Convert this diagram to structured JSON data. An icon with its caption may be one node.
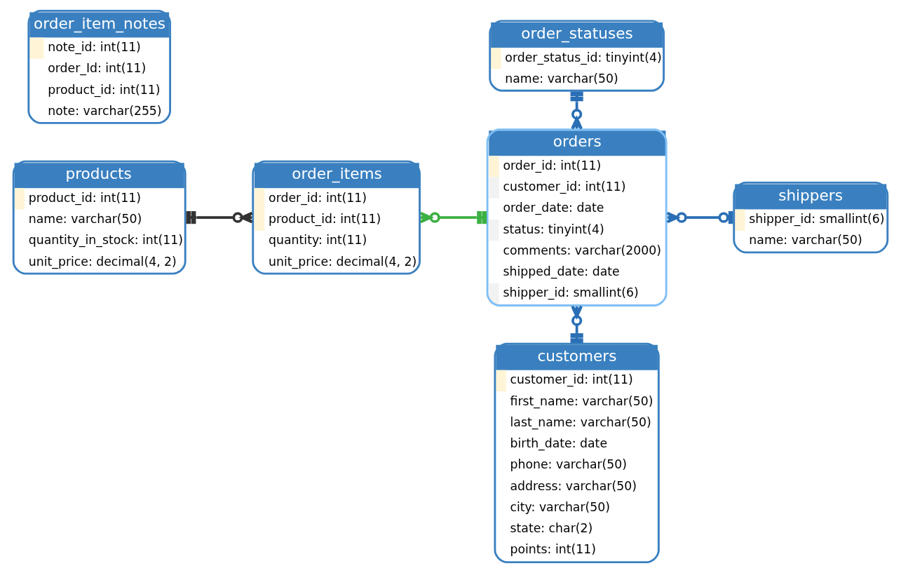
{
  "diagram": {
    "nodes": [
      {
        "text": [
          "order_statuses",
          "order_status_id: tinyint(4)",
          "name: varchar(50)"
        ]
      },
      {
        "text": [
          "products",
          "product_id: int(11)",
          "name: varchar(50)",
          "quantity_in_stock: int(11)",
          "unit_price: decimal(4, 2)"
        ]
      },
      {
        "text": [
          "order_items",
          "order_id: int(11)",
          "product_id: int(11)",
          "quantity: int(11)",
          "unit_price: decimal(4, 2)"
        ]
      },
      {
        "text": [
          "orders",
          "order_id: int(11)",
          "customer_id: int(11)",
          "order_date: date",
          "status: tinyint(4)",
          "comments: varchar(2000)",
          "shipped_date: date",
          "shipper_id: smallint(6)"
        ]
      },
      {
        "text": [
          "shippers",
          "shipper_id: smallint(6)",
          "name: varchar(50)"
        ]
      },
      {
        "text": [
          "order_item_notes",
          "note_id: int(11)",
          "order_Id: int(11)",
          "product_id: int(11)",
          "note: varchar(255)"
        ]
      },
      {
        "text": [
          "customers",
          "customer_id: int(11)",
          "first_name: varchar(50)",
          "last_name: varchar(50)",
          "birth_date: date",
          "phone: varchar(50)",
          "address: varchar(50)",
          "city: varchar(50)",
          "state: char(2)",
          "points: int(11)"
        ]
      }
    ],
    "edges": [
      {
        "from": 0,
        "to": 3,
        "arrow": "other"
      },
      {
        "from": 1,
        "to": 2,
        "arrow": "other",
        "color": "#333333"
      },
      {
        "from": 2,
        "to": 3,
        "arrow": "other",
        "color": "#3cb043"
      },
      {
        "from": 3,
        "to": 4,
        "arrow": "other"
      },
      {
        "from": 3,
        "to": 6,
        "arrow": "other"
      }
    ]
  }
}
